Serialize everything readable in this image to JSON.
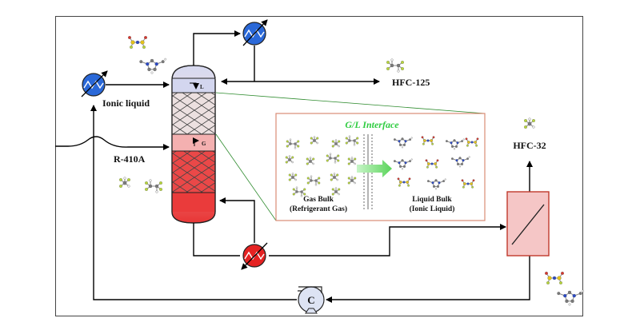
{
  "labels": {
    "ionic_liquid": "Ionic liquid",
    "hfc125": "HFC-125",
    "hfc32": "HFC-32",
    "r410a": "R-410A",
    "liquid_tag": "L",
    "gas_tag": "G",
    "interface_title": "G/L Interface",
    "gas_bulk": "Gas Bulk",
    "gas_bulk_sub": "(Refrigerant Gas)",
    "liquid_bulk": "Liquid Bulk",
    "liquid_bulk_sub": "(Ionic Liquid)",
    "pump_letter": "C"
  },
  "colors": {
    "hot_exchanger": "#e52222",
    "cold_exchanger": "#2a68d8",
    "column_top": "#d4d8ef",
    "column_bottom": "#ea3b3b",
    "interface_title": "#2ecc40",
    "membrane_fill": "#f5c6c6",
    "membrane_border": "#c0392b",
    "inset_border": "#d98b74",
    "frame_border": "#444444"
  },
  "icons": {
    "heat_exchanger": "heat-exchanger-icon",
    "pump": "pump-icon",
    "molecule": "molecule-icon"
  }
}
